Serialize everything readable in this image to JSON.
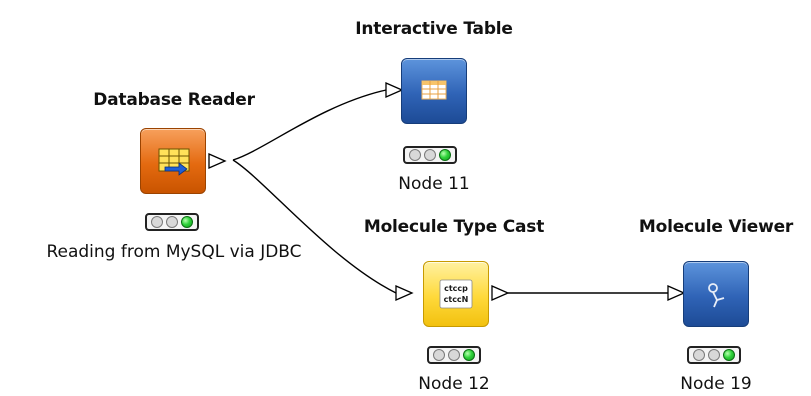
{
  "nodes": [
    {
      "id": "database-reader",
      "title": "Database Reader",
      "label": "Reading from MySQL via JDBC",
      "color": "#e46a10",
      "icon": "database-icon",
      "status": "green"
    },
    {
      "id": "interactive-table",
      "title": "Interactive Table",
      "label": "Node 11",
      "color": "#2f63b6",
      "icon": "table-icon",
      "status": "green"
    },
    {
      "id": "molecule-type-cast",
      "title": "Molecule Type Cast",
      "label": "Node 12",
      "color": "#ffd93a",
      "icon": "molecule-cast-icon",
      "status": "green"
    },
    {
      "id": "molecule-viewer",
      "title": "Molecule Viewer",
      "label": "Node 19",
      "color": "#2f63b6",
      "icon": "molecule-viewer-icon",
      "status": "green"
    }
  ],
  "icon_text": {
    "cast_line1": "ctccp",
    "cast_line2": "ctccN"
  },
  "connections": [
    {
      "from": "database-reader",
      "to": "interactive-table"
    },
    {
      "from": "database-reader",
      "to": "molecule-type-cast"
    },
    {
      "from": "molecule-type-cast",
      "to": "molecule-viewer"
    }
  ]
}
